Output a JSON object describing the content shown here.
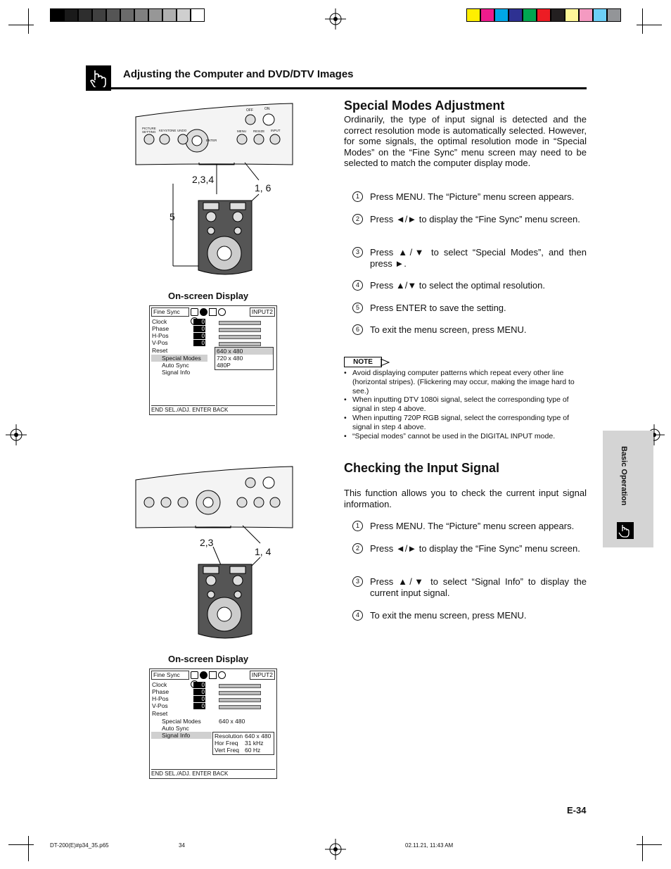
{
  "header": {
    "section_heading": "Adjusting the Computer and DVD/DTV Images"
  },
  "colors": {
    "grayscale_bar": [
      "#000000",
      "#1a1a1a",
      "#2e2e2e",
      "#404040",
      "#555555",
      "#6b6b6b",
      "#808080",
      "#979797",
      "#b0b0b0",
      "#cfcfcf",
      "#ffffff"
    ],
    "color_bar": [
      "#ffef00",
      "#ee1c8c",
      "#00a6e6",
      "#2e3192",
      "#00a651",
      "#ed1c24",
      "#231f20",
      "#fff799",
      "#f49ac1",
      "#6dcff6",
      "#939598"
    ],
    "side_tab": "#d4d4d4"
  },
  "special_modes": {
    "title": "Special Modes Adjustment",
    "intro": "Ordinarily, the type of input signal is detected and the correct resolution mode is automatically selected. However, for some signals, the optimal resolution mode in “Special Modes” on the “Fine Sync” menu screen may need to be selected to match the computer display mode.",
    "steps": [
      {
        "num": "1",
        "text": "Press MENU. The “Picture” menu screen appears."
      },
      {
        "num": "2",
        "text": "Press ◄/► to display the “Fine Sync” menu screen."
      },
      {
        "num": "3",
        "text": "Press ▲/▼ to select “Special Modes”, and then press ►."
      },
      {
        "num": "4",
        "text": "Press ▲/▼ to select the optimal resolution."
      },
      {
        "num": "5",
        "text": "Press ENTER to save the setting."
      },
      {
        "num": "6",
        "text": "To exit the menu screen, press MENU."
      }
    ],
    "note_label": "NOTE",
    "notes": [
      "Avoid displaying computer patterns which repeat every other line (horizontal stripes). (Flickering may occur, making the image hard to see.)",
      "When inputting DTV 1080i signal, select the corresponding type of signal in step 4 above.",
      "When inputting 720P RGB signal, select the corresponding type of signal in step 4 above.",
      "“Special modes” cannot be used in the DIGITAL INPUT mode."
    ]
  },
  "checking_input": {
    "title": "Checking the Input Signal",
    "intro": "This function allows you to check the current input signal information.",
    "steps": [
      {
        "num": "1",
        "text": "Press MENU.  The “Picture” menu screen appears."
      },
      {
        "num": "2",
        "text": "Press ◄/► to display the “Fine Sync” menu screen."
      },
      {
        "num": "3",
        "text": "Press ▲/▼ to select “Signal Info” to display the current input signal."
      },
      {
        "num": "4",
        "text": "To exit the menu screen, press MENU."
      }
    ]
  },
  "figure1": {
    "callouts": {
      "a": "2,3,4",
      "b": "1, 6",
      "c": "5"
    },
    "panel_labels": {
      "off": "OFF",
      "on": "ON",
      "picture_setting": "PICTURE SETTING",
      "keystone": "KEYSTONE",
      "undo": "UNDO",
      "menu": "MENU",
      "resize": "RESIZE",
      "input": "INPUT",
      "enter": "ENTER"
    },
    "osd_label": "On-screen Display",
    "osd": {
      "tab": "Fine Sync",
      "input": "INPUT2",
      "rows": [
        {
          "label": "Clock",
          "value": "0"
        },
        {
          "label": "Phase",
          "value": "0"
        },
        {
          "label": "H-Pos",
          "value": "0"
        },
        {
          "label": "V-Pos",
          "value": "0"
        }
      ],
      "reset": "Reset",
      "special_modes": "Special Modes",
      "auto_sync": "Auto Sync",
      "signal_info": "Signal Info",
      "options": [
        "640 x 480",
        "720 x 480",
        "480P"
      ],
      "footer": "END  SEL./ADJ.  ENTER  BACK"
    }
  },
  "figure2": {
    "callouts": {
      "a": "2,3",
      "b": "1, 4"
    },
    "osd_label": "On-screen Display",
    "osd": {
      "tab": "Fine Sync",
      "input": "INPUT2",
      "rows": [
        {
          "label": "Clock",
          "value": "0"
        },
        {
          "label": "Phase",
          "value": "0"
        },
        {
          "label": "H-Pos",
          "value": "0"
        },
        {
          "label": "V-Pos",
          "value": "0"
        }
      ],
      "reset": "Reset",
      "special_modes": "Special Modes",
      "special_value": "640 x 480",
      "auto_sync": "Auto Sync",
      "signal_info": "Signal Info",
      "info": [
        {
          "k": "Resolution",
          "v": "640 x 480"
        },
        {
          "k": "Hor Freq",
          "v": "31 kHz"
        },
        {
          "k": "Vert Freq",
          "v": "60 Hz"
        }
      ],
      "footer": "END  SEL./ADJ.  ENTER  BACK"
    }
  },
  "side_tab": {
    "label": "Basic Operation"
  },
  "footer": {
    "page_number": "E-34",
    "file": "DT-200(E)#p34_35.p65",
    "sheet": "34",
    "timestamp": "02.11.21, 11:43 AM"
  }
}
